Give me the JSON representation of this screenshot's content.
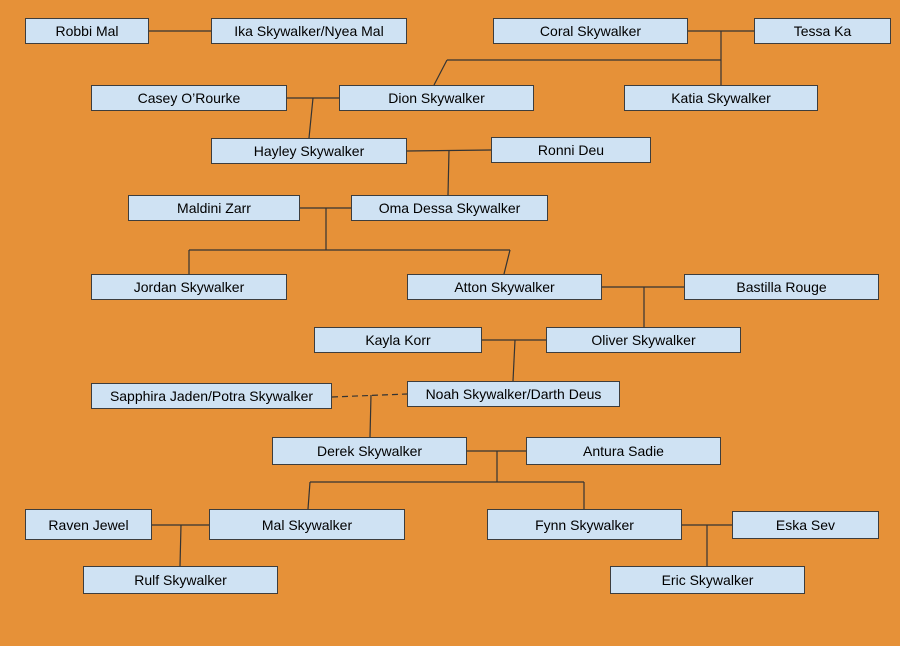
{
  "people": {
    "robbi": "Robbi Mal",
    "ika": "Ika Skywalker/Nyea Mal",
    "coral": "Coral Skywalker",
    "tessa": "Tessa Ka",
    "casey": "Casey O’Rourke",
    "dion": "Dion Skywalker",
    "katia": "Katia Skywalker",
    "hayley": "Hayley Skywalker",
    "ronni": "Ronni Deu",
    "maldini": "Maldini Zarr",
    "oma": "Oma Dessa Skywalker",
    "jordan": "Jordan Skywalker",
    "atton": "Atton Skywalker",
    "bastilla": "Bastilla Rouge",
    "kayla": "Kayla Korr",
    "oliver": "Oliver Skywalker",
    "sapphira": "Sapphira Jaden/Potra Skywalker",
    "noah": "Noah Skywalker/Darth Deus",
    "derek": "Derek Skywalker",
    "antura": "Antura Sadie",
    "raven": "Raven Jewel",
    "mal": "Mal Skywalker",
    "fynn": "Fynn Skywalker",
    "eska": "Eska Sev",
    "rulf": "Rulf Skywalker",
    "eric": "Eric Skywalker"
  },
  "colors": {
    "background": "#e69138",
    "node_fill": "#cfe2f3",
    "line": "#333333"
  }
}
